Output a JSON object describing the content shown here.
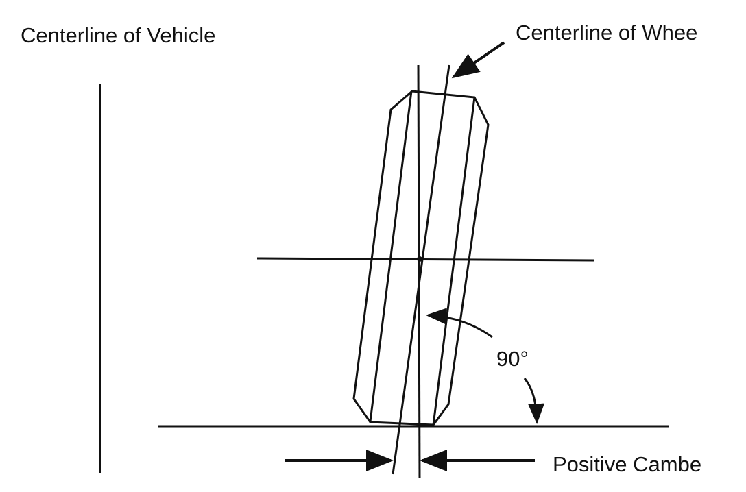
{
  "labels": {
    "vehicle_centerline": "Centerline of Vehicle",
    "wheel_centerline": "Centerline of Whee",
    "right_angle": "90°",
    "camber": "Positive Cambe"
  },
  "colors": {
    "ink": "#111111",
    "background": "#ffffff"
  }
}
